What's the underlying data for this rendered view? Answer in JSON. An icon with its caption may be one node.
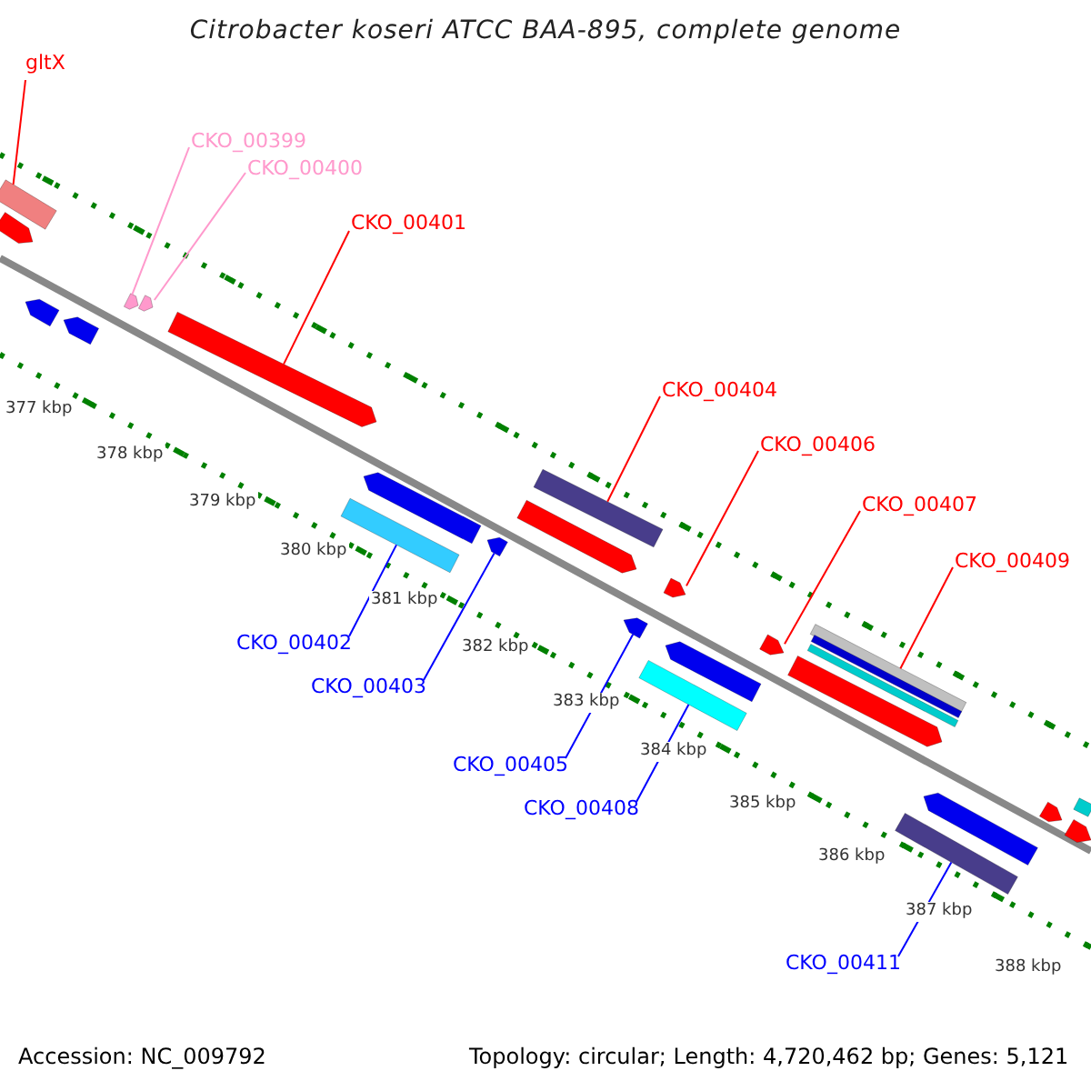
{
  "diagram": {
    "title": "Citrobacter koseri ATCC BAA-895, complete genome",
    "nodes": [
      {
        "text": [
          "gltX"
        ]
      },
      {
        "text": [
          "CKO_00399"
        ]
      },
      {
        "text": [
          "CKO_00400"
        ]
      },
      {
        "text": [
          "CKO_00401"
        ]
      },
      {
        "text": [
          "CKO_00404"
        ]
      },
      {
        "text": [
          "CKO_00406"
        ]
      },
      {
        "text": [
          "CKO_00407"
        ]
      },
      {
        "text": [
          "CKO_00409"
        ]
      },
      {
        "text": [
          "CKO_00402"
        ]
      },
      {
        "text": [
          "CKO_00403"
        ]
      },
      {
        "text": [
          "CKO_00405"
        ]
      },
      {
        "text": [
          "CKO_00408"
        ]
      },
      {
        "text": [
          "CKO_00411"
        ]
      },
      {
        "text": [],
        "shape": "bar"
      },
      {
        "text": [],
        "shape": "arrow"
      },
      {
        "text": [],
        "shape": "arrow"
      },
      {
        "text": [],
        "shape": "arrow"
      },
      {
        "text": [],
        "shape": "arrow"
      },
      {
        "text": [],
        "shape": "arrow"
      },
      {
        "text": [],
        "shape": "arrow"
      },
      {
        "text": [],
        "shape": "bar"
      },
      {
        "text": [],
        "shape": "arrow"
      },
      {
        "text": [],
        "shape": "arrow"
      },
      {
        "text": [],
        "shape": "arrow"
      },
      {
        "text": [],
        "shape": "bar"
      },
      {
        "text": [],
        "shape": "arrow"
      },
      {
        "text": [],
        "shape": "bar"
      },
      {
        "text": [],
        "shape": "arrow"
      },
      {
        "text": [],
        "shape": "arrow"
      },
      {
        "text": [],
        "shape": "arrow"
      },
      {
        "text": [],
        "shape": "arrow"
      },
      {
        "text": [],
        "shape": "bar"
      },
      {
        "text": [],
        "shape": "bar"
      },
      {
        "text": [],
        "shape": "bar"
      },
      {
        "text": [],
        "shape": "bar"
      },
      {
        "text": [],
        "shape": "arrow"
      },
      {
        "text": [],
        "shape": "arrow"
      },
      {
        "text": [],
        "shape": "arrow"
      },
      {
        "text": [],
        "shape": "bar"
      }
    ],
    "edges": [
      {
        "from": 0,
        "to": 13,
        "arrow": "none"
      },
      {
        "from": 1,
        "to": 17,
        "arrow": "none",
        "color": "#ff99cc"
      },
      {
        "from": 2,
        "to": 18,
        "arrow": "none",
        "color": "#ff99cc"
      },
      {
        "from": 3,
        "to": 19,
        "arrow": "none"
      },
      {
        "from": 4,
        "to": 24,
        "arrow": "none"
      },
      {
        "from": 5,
        "to": 28,
        "arrow": "none"
      },
      {
        "from": 6,
        "to": 29,
        "arrow": "none"
      },
      {
        "from": 7,
        "to": 32,
        "arrow": "none"
      },
      {
        "from": 8,
        "to": 20,
        "arrow": "none",
        "color": "#0000ff"
      },
      {
        "from": 9,
        "to": 22,
        "arrow": "none",
        "color": "#0000ff"
      },
      {
        "from": 10,
        "to": 25,
        "arrow": "none",
        "color": "#0000ff"
      },
      {
        "from": 11,
        "to": 26,
        "arrow": "none",
        "color": "#0000ff"
      },
      {
        "from": 12,
        "to": 34,
        "arrow": "none",
        "color": "#0000ff"
      }
    ],
    "labels": [
      "377 kbp",
      "378 kbp",
      "379 kbp",
      "380 kbp",
      "381 kbp",
      "382 kbp",
      "383 kbp",
      "384 kbp",
      "385 kbp",
      "386 kbp",
      "387 kbp",
      "388 kbp",
      "Accession: NC_009792",
      "Topology: circular; Length: 4,720,462 bp; Genes: 5,121"
    ]
  }
}
